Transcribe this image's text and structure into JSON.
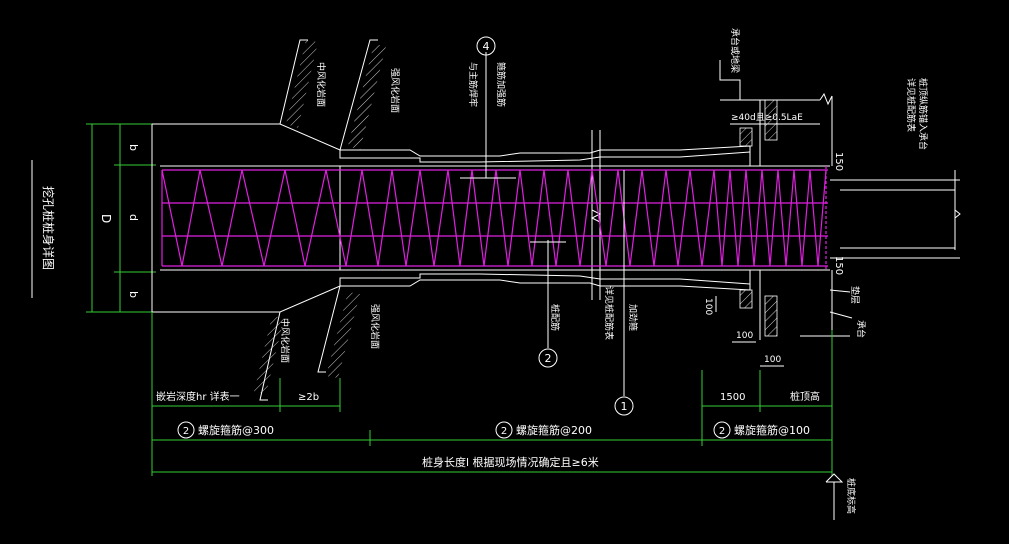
{
  "colors": {
    "background": "#000000",
    "outline": "#ffffff",
    "dimension": "#33cc33",
    "rebar": "#e020e0"
  },
  "title": "挖孔桩桩身详图",
  "dims": {
    "b_top": "b",
    "d": "d",
    "b_bottom": "b",
    "D": "D",
    "top_150": "150",
    "bottom_150": "150",
    "anchor": "≥40d且≥0.5LaE",
    "d100_side": "100",
    "d100_a": "100",
    "d100_b": "100",
    "ge2b": "≥2b",
    "span_1500": "1500",
    "embed_label": "嵌岩深度hr 详表一",
    "seg1_label": "螺旋箍筋@300",
    "seg2_label": "螺旋箍筋@200",
    "seg3_label": "螺旋箍筋@100",
    "seg_num1": "2",
    "seg_num2": "2",
    "seg_num3": "2",
    "pile_length": "桩身长度l 根据现场情况确定且≥6米",
    "mark_right": "桩顶高"
  },
  "callouts": {
    "c1": "1",
    "c2": "2",
    "c4": "4",
    "ann_mid_rock_top_1": "中风化岩面",
    "ann_strong_rock_top": "强风化岩面",
    "ann_bend_bar_top": "箍筋加强筋",
    "ann_spiral_top": "与主筋焊牢",
    "ann_cap_top": "承台或地梁",
    "ann_right_top": "桩顶纵筋锚入承台",
    "ann_right_top2": "详见桩配筋表",
    "ann_mid_rock_bottom": "中风化岩面",
    "ann_strong_rock_bottom": "强风化岩面",
    "ann_pile_rebar": "桩配筋",
    "ann_stiffener": "加劲箍",
    "ann_stiffener2": "详见桩配筋表",
    "ann_cushion": "垫层",
    "ann_cap_bottom": "承台",
    "ann_bottom_elev": "桩底标高"
  }
}
